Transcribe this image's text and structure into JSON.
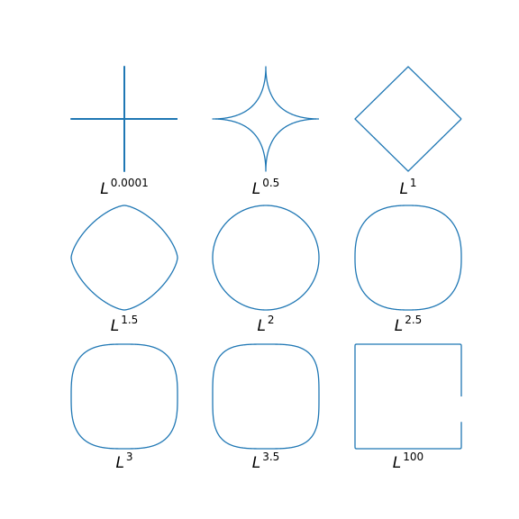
{
  "figure": {
    "stroke_color": "#1f77b4",
    "background": "#ffffff",
    "panels": [
      {
        "base": "L",
        "exponent": "0.0001",
        "p": 0.0001
      },
      {
        "base": "L",
        "exponent": "0.5",
        "p": 0.5
      },
      {
        "base": "L",
        "exponent": "1",
        "p": 1
      },
      {
        "base": "L",
        "exponent": "1.5",
        "p": 1.5
      },
      {
        "base": "L",
        "exponent": "2",
        "p": 2
      },
      {
        "base": "L",
        "exponent": "2.5",
        "p": 2.5
      },
      {
        "base": "L",
        "exponent": "3",
        "p": 3
      },
      {
        "base": "L",
        "exponent": "3.5",
        "p": 3.5
      },
      {
        "base": "L",
        "exponent": "100",
        "p": 100
      }
    ]
  }
}
